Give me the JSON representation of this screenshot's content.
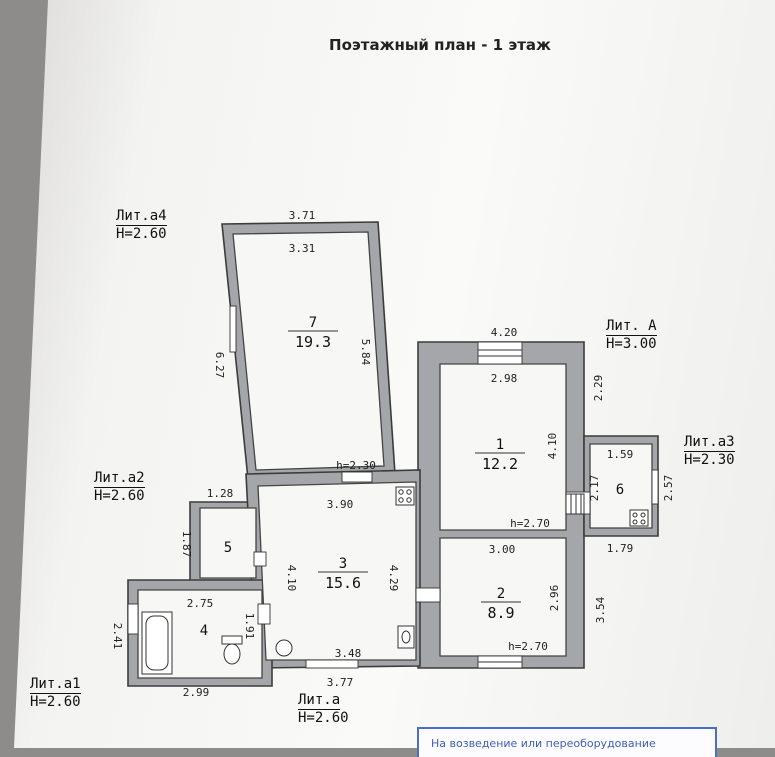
{
  "title": "Поэтажный план - 1 этаж",
  "rooms": [
    {
      "id": "1",
      "area": "12.2"
    },
    {
      "id": "2",
      "area": "8.9"
    },
    {
      "id": "3",
      "area": "15.6"
    },
    {
      "id": "4",
      "area": ""
    },
    {
      "id": "5",
      "area": ""
    },
    {
      "id": "6",
      "area": ""
    },
    {
      "id": "7",
      "area": "19.3"
    }
  ],
  "literas": [
    {
      "lit": "Лит.а4",
      "h": "Н=2.60"
    },
    {
      "lit": "Лит. А",
      "h": "Н=3.00"
    },
    {
      "lit": "Лит.а3",
      "h": "Н=2.30"
    },
    {
      "lit": "Лит.а2",
      "h": "Н=2.60"
    },
    {
      "lit": "Лит.а1",
      "h": "Н=2.60"
    },
    {
      "lit": "Лит.а",
      "h": "Н=2.60"
    }
  ],
  "dims": {
    "r7_outer_top": "3.71",
    "r7_inner_top": "3.31",
    "r7_left": "6.27",
    "r7_right": "5.84",
    "r7_h": "h=2.30",
    "r1_outer_top": "4.20",
    "r1_inner_top": "2.98",
    "r1_right_outer": "2.29",
    "r1_right": "4.10",
    "r1_h": "h=2.70",
    "r6_top": "1.59",
    "r6_left": "2.17",
    "r6_right": "2.57",
    "r6_bottom": "1.79",
    "r2_top": "3.00",
    "r2_right": "2.96",
    "r2_outer_right": "3.54",
    "r2_h": "h=2.70",
    "r3_top": "3.90",
    "r3_left": "4.10",
    "r3_right": "4.29",
    "r3_bottom": "3.48",
    "r3_outer_bottom": "3.77",
    "r5_top": "1.28",
    "r5_left": "1.87",
    "r4_top": "2.75",
    "r4_right": "1.91",
    "r4_left": "2.41",
    "r4_bottom": "2.99"
  },
  "stamp": "На возведение или переоборудование"
}
